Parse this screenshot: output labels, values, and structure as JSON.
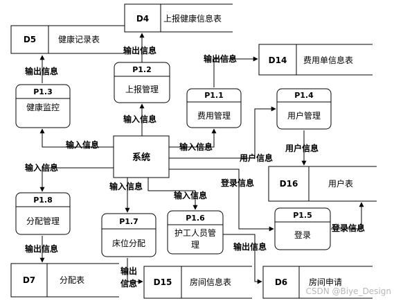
{
  "system": {
    "label": "系统"
  },
  "processes": [
    {
      "key": "p13",
      "id": "P1.3",
      "name": "健康监控"
    },
    {
      "key": "p12",
      "id": "P1.2",
      "name": "上报管理"
    },
    {
      "key": "p11",
      "id": "P1.1",
      "name": "费用管理"
    },
    {
      "key": "p14",
      "id": "P1.4",
      "name": "用户管理"
    },
    {
      "key": "p18",
      "id": "P1.8",
      "name": "分配管理"
    },
    {
      "key": "p17",
      "id": "P1.7",
      "name": "床位分配"
    },
    {
      "key": "p16",
      "id": "P1.6",
      "name_line1": "护工人员管",
      "name_line2": "理"
    },
    {
      "key": "p15",
      "id": "P1.5",
      "name": "登录"
    }
  ],
  "stores": [
    {
      "key": "d5",
      "id": "D5",
      "name": "健康记录表"
    },
    {
      "key": "d4",
      "id": "D4",
      "name": "上报健康信息表"
    },
    {
      "key": "d14",
      "id": "D14",
      "name": "费用单信息表"
    },
    {
      "key": "d16",
      "id": "D16",
      "name": "用户表"
    },
    {
      "key": "d7",
      "id": "D7",
      "name": "分配表"
    },
    {
      "key": "d15",
      "id": "D15",
      "name": "房间信息表"
    },
    {
      "key": "d6",
      "id": "D6",
      "name": "房间申请"
    }
  ],
  "flows": {
    "f1": "输出信息",
    "f2": "输出信息",
    "f3": "输出信息",
    "f4": "输入信息",
    "f5": "输入信息",
    "f6": "输入信息",
    "f7": "用户信息",
    "f8": "用户信息",
    "f9": "输入信息",
    "f10": "输入信息",
    "f11": "输入信息",
    "f12": "登录信息",
    "f13": "输出信息",
    "f14_line1": "输出",
    "f14_line2": "信息",
    "f15": "输出信息",
    "f16": "登录信息"
  },
  "watermark": "CSDN @Biye_Design"
}
